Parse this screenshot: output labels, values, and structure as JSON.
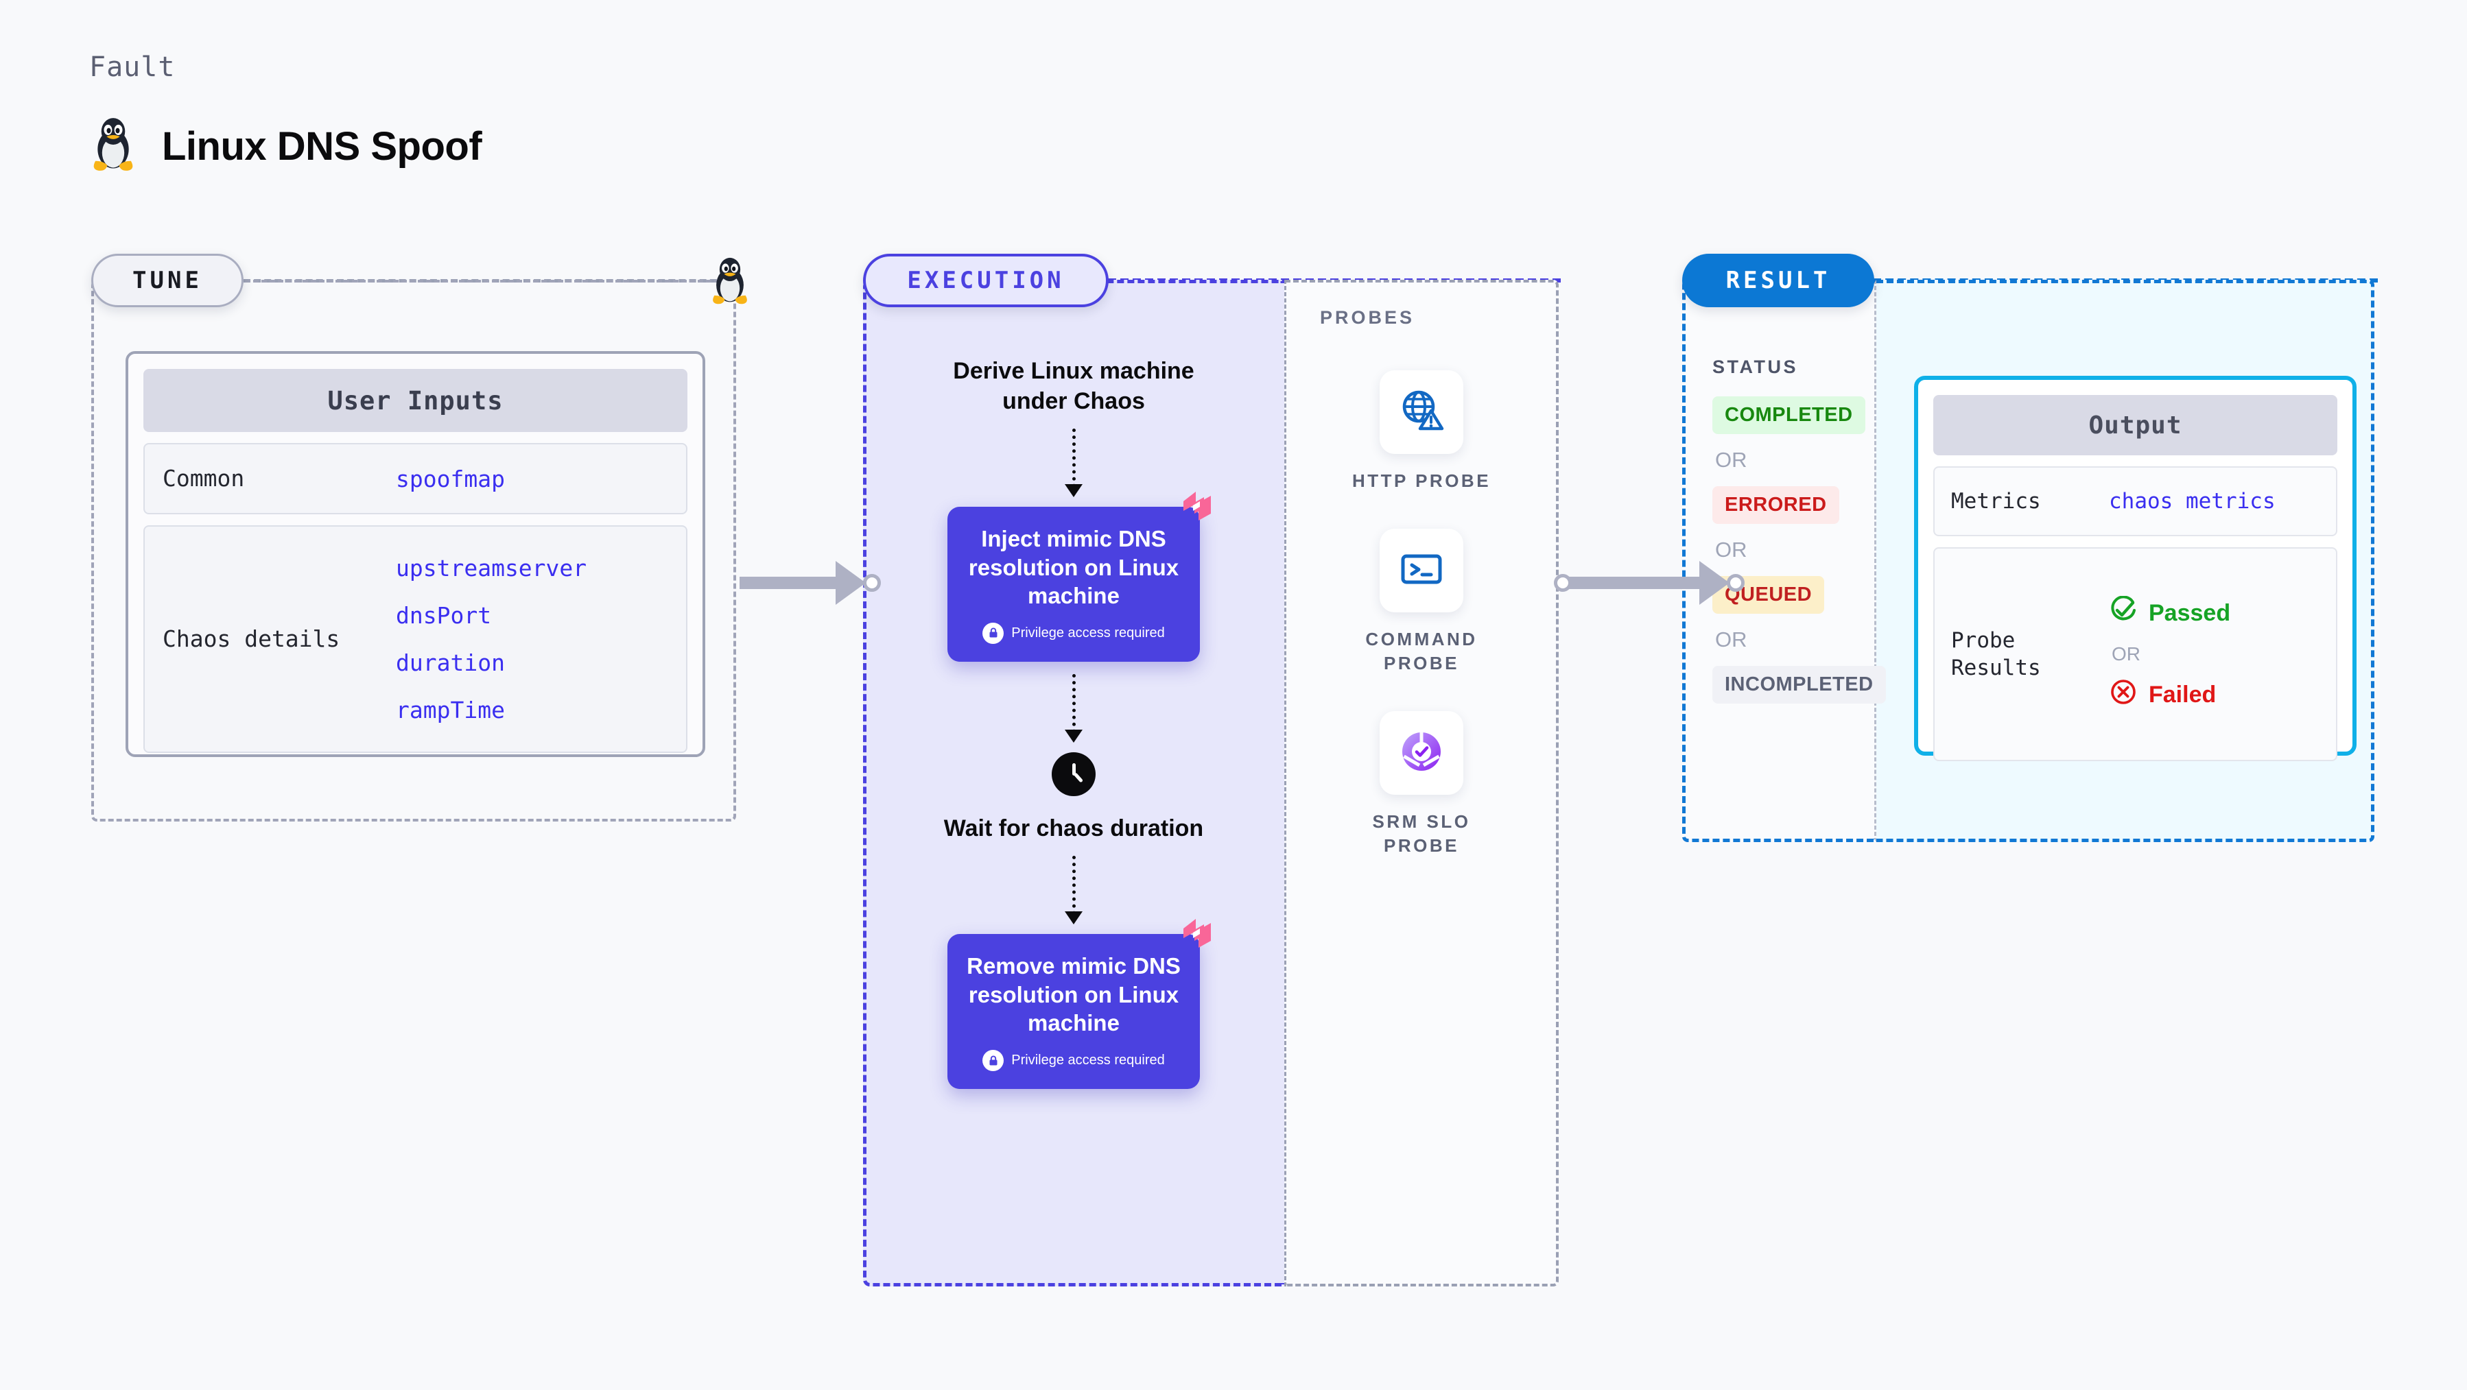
{
  "header": {
    "eyebrow": "Fault",
    "title": "Linux DNS Spoof",
    "icon": "linux-penguin-icon"
  },
  "stages": {
    "tune": {
      "label": "TUNE"
    },
    "execution": {
      "label": "EXECUTION"
    },
    "probes": {
      "label": "PROBES"
    },
    "result": {
      "label": "RESULT"
    }
  },
  "tune": {
    "card_title": "User Inputs",
    "rows": [
      {
        "key": "Common",
        "values": [
          "spoofmap"
        ]
      },
      {
        "key": "Chaos details",
        "values": [
          "upstreamserver",
          "dnsPort",
          "duration",
          "rampTime"
        ]
      }
    ]
  },
  "execution": {
    "steps": [
      {
        "type": "label",
        "text": "Derive Linux machine under Chaos"
      },
      {
        "type": "node",
        "title": "Inject mimic DNS resolution on Linux machine",
        "badge": "Privilege access required",
        "lock_icon": "lock-icon",
        "corner_icon": "harness-logo-icon"
      },
      {
        "type": "clock",
        "icon": "clock-icon",
        "text": "Wait for chaos duration"
      },
      {
        "type": "node",
        "title": "Remove mimic DNS resolution on Linux machine",
        "badge": "Privilege access required",
        "lock_icon": "lock-icon",
        "corner_icon": "harness-logo-icon"
      }
    ]
  },
  "probes": {
    "items": [
      {
        "label": "HTTP PROBE",
        "icon": "globe-warning-icon"
      },
      {
        "label": "COMMAND PROBE",
        "icon": "terminal-icon"
      },
      {
        "label": "SRM SLO PROBE",
        "icon": "slo-check-icon"
      }
    ]
  },
  "result": {
    "status_title": "STATUS",
    "or_label": "OR",
    "statuses": [
      {
        "label": "COMPLETED",
        "style": "completed"
      },
      {
        "label": "ERRORED",
        "style": "errored"
      },
      {
        "label": "QUEUED",
        "style": "queued"
      },
      {
        "label": "INCOMPLETED",
        "style": "incompleted"
      }
    ]
  },
  "output": {
    "card_title": "Output",
    "metrics_key": "Metrics",
    "metrics_value": "chaos metrics",
    "probe_results_key": "Probe Results",
    "probe_passed": "Passed",
    "probe_failed": "Failed",
    "or_label": "OR",
    "pass_icon": "check-circle-icon",
    "fail_icon": "x-circle-icon"
  },
  "colors": {
    "accent_purple": "#4b41e0",
    "accent_blue": "#0c78d4",
    "accent_cyan": "#0fb0e8",
    "harness_pink": "#f96698",
    "pass_green": "#16a325",
    "fail_red": "#e01717",
    "background": "#f8f9fb"
  }
}
